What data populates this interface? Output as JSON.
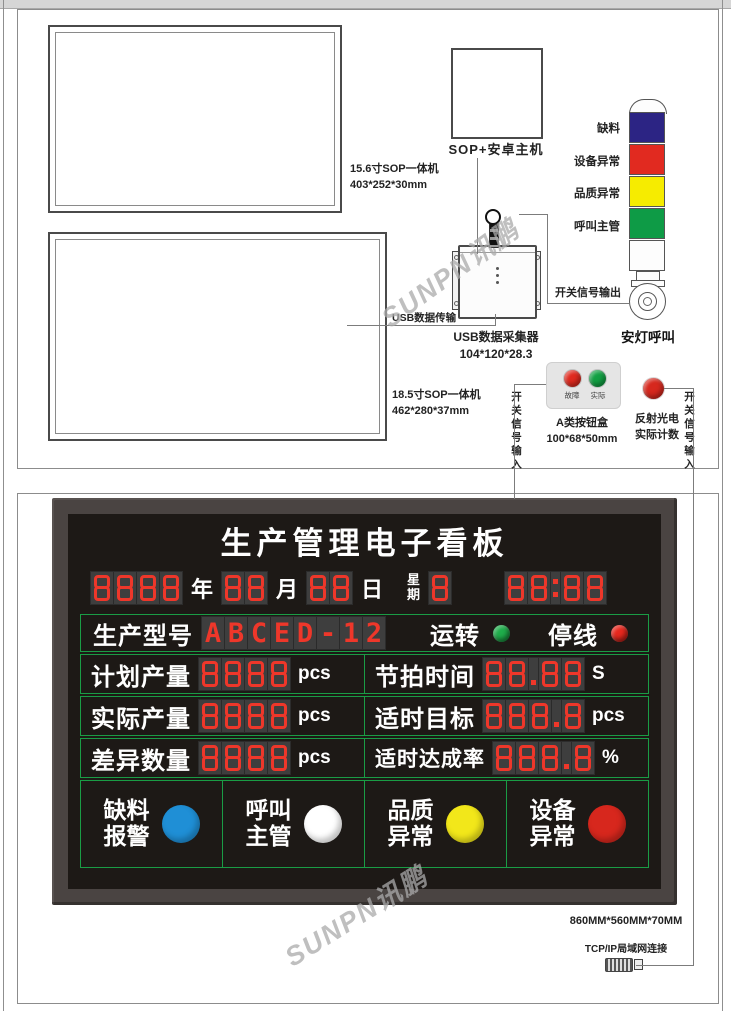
{
  "watermark_text": "SUNPN讯鹏",
  "diagram": {
    "screen_156": {
      "name": "15.6寸SOP一体机",
      "size": "403*252*30mm"
    },
    "screen_185": {
      "name": "18.5寸SOP一体机",
      "size": "462*280*37mm"
    },
    "sop_host_label": "SOP+安卓主机",
    "usb_transfer_label": "USB数据传输",
    "usb_collector": {
      "name": "USB数据采集器",
      "size": "104*120*28.3"
    },
    "signal_out_label": "开关信号输出",
    "andon": {
      "segments": [
        {
          "label": "缺料",
          "color": "#2c2484"
        },
        {
          "label": "设备异常",
          "color": "#e12a20"
        },
        {
          "label": "品质异常",
          "color": "#f6ec00"
        },
        {
          "label": "呼叫主管",
          "color": "#0e9b46"
        }
      ],
      "caption": "安灯呼叫"
    },
    "button_box": {
      "buttons": [
        {
          "label": "故障",
          "color": "#e02a1f"
        },
        {
          "label": "实际",
          "color": "#12a043"
        }
      ],
      "name": "A类按钮盒",
      "size": "100*68*50mm"
    },
    "photoelectric": {
      "line1": "反射光电",
      "line2": "实际计数",
      "color": "#d6281e"
    },
    "signal_in_left": "开关信号输入",
    "signal_in_right": "开关信号输入"
  },
  "board": {
    "title": "生产管理电子看板",
    "led_color": "#ee372a",
    "grid_color": "#1a9c45",
    "date": {
      "year": "8888",
      "year_label": "年",
      "month": "88",
      "month_label": "月",
      "day": "88",
      "day_label": "日",
      "week_label": "星期",
      "week": "8",
      "time": "88:88"
    },
    "model": {
      "label": "生产型号",
      "value": "ABCED-12",
      "run_label": "运转",
      "run_color": "#1fae4b",
      "stop_label": "停线",
      "stop_color": "#e8281e"
    },
    "stats": [
      {
        "left_label": "计划产量",
        "left_value": "8888",
        "left_unit": "pcs",
        "right_label": "节拍时间",
        "right_value": "88.88",
        "right_unit": "S"
      },
      {
        "left_label": "实际产量",
        "left_value": "8888",
        "left_unit": "pcs",
        "right_label": "适时目标",
        "right_value": "888.8",
        "right_unit": "pcs"
      },
      {
        "left_label": "差异数量",
        "left_value": "8888",
        "left_unit": "pcs",
        "right_label": "适时达成率",
        "right_value": "888.8",
        "right_unit": "%"
      }
    ],
    "alarms": [
      {
        "line1": "缺料",
        "line2": "报警",
        "color": "#1f8fd6"
      },
      {
        "line1": "呼叫",
        "line2": "主管",
        "color": "#ffffff"
      },
      {
        "line1": "品质",
        "line2": "异常",
        "color": "#f2e71a"
      },
      {
        "line1": "设备",
        "line2": "异常",
        "color": "#d7271d"
      }
    ],
    "size_label": "860MM*560MM*70MM",
    "tcpip_label": "TCP/IP局域网连接"
  }
}
